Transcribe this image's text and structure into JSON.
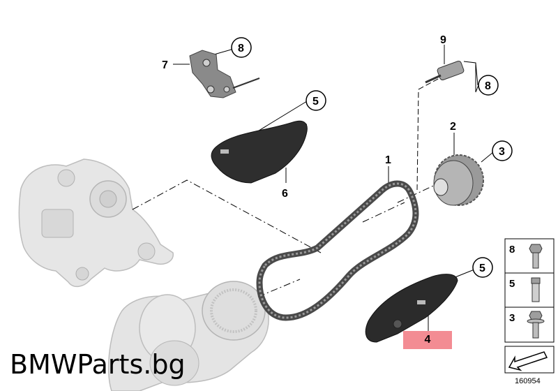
{
  "parts": [
    {
      "id": "part-1",
      "number": "1"
    },
    {
      "id": "part-2",
      "number": "2"
    },
    {
      "id": "part-3",
      "number": "3"
    },
    {
      "id": "part-4",
      "number": "4"
    },
    {
      "id": "part-5-top",
      "number": "5"
    },
    {
      "id": "part-5-bottom",
      "number": "5"
    },
    {
      "id": "part-6",
      "number": "6"
    },
    {
      "id": "part-7",
      "number": "7"
    },
    {
      "id": "part-8-top",
      "number": "8"
    },
    {
      "id": "part-8-right",
      "number": "8"
    },
    {
      "id": "part-9",
      "number": "9"
    }
  ],
  "legend": {
    "items": [
      {
        "number": "8",
        "icon": "bolt-icon"
      },
      {
        "number": "5",
        "icon": "sleeve-bolt-icon"
      },
      {
        "number": "3",
        "icon": "flange-bolt-icon"
      }
    ],
    "footer_icon": "arrow-icon"
  },
  "highlight": {
    "number": "4",
    "color": "#f38c93"
  },
  "watermark": "BMWParts.bg",
  "diagram_code": "160954"
}
